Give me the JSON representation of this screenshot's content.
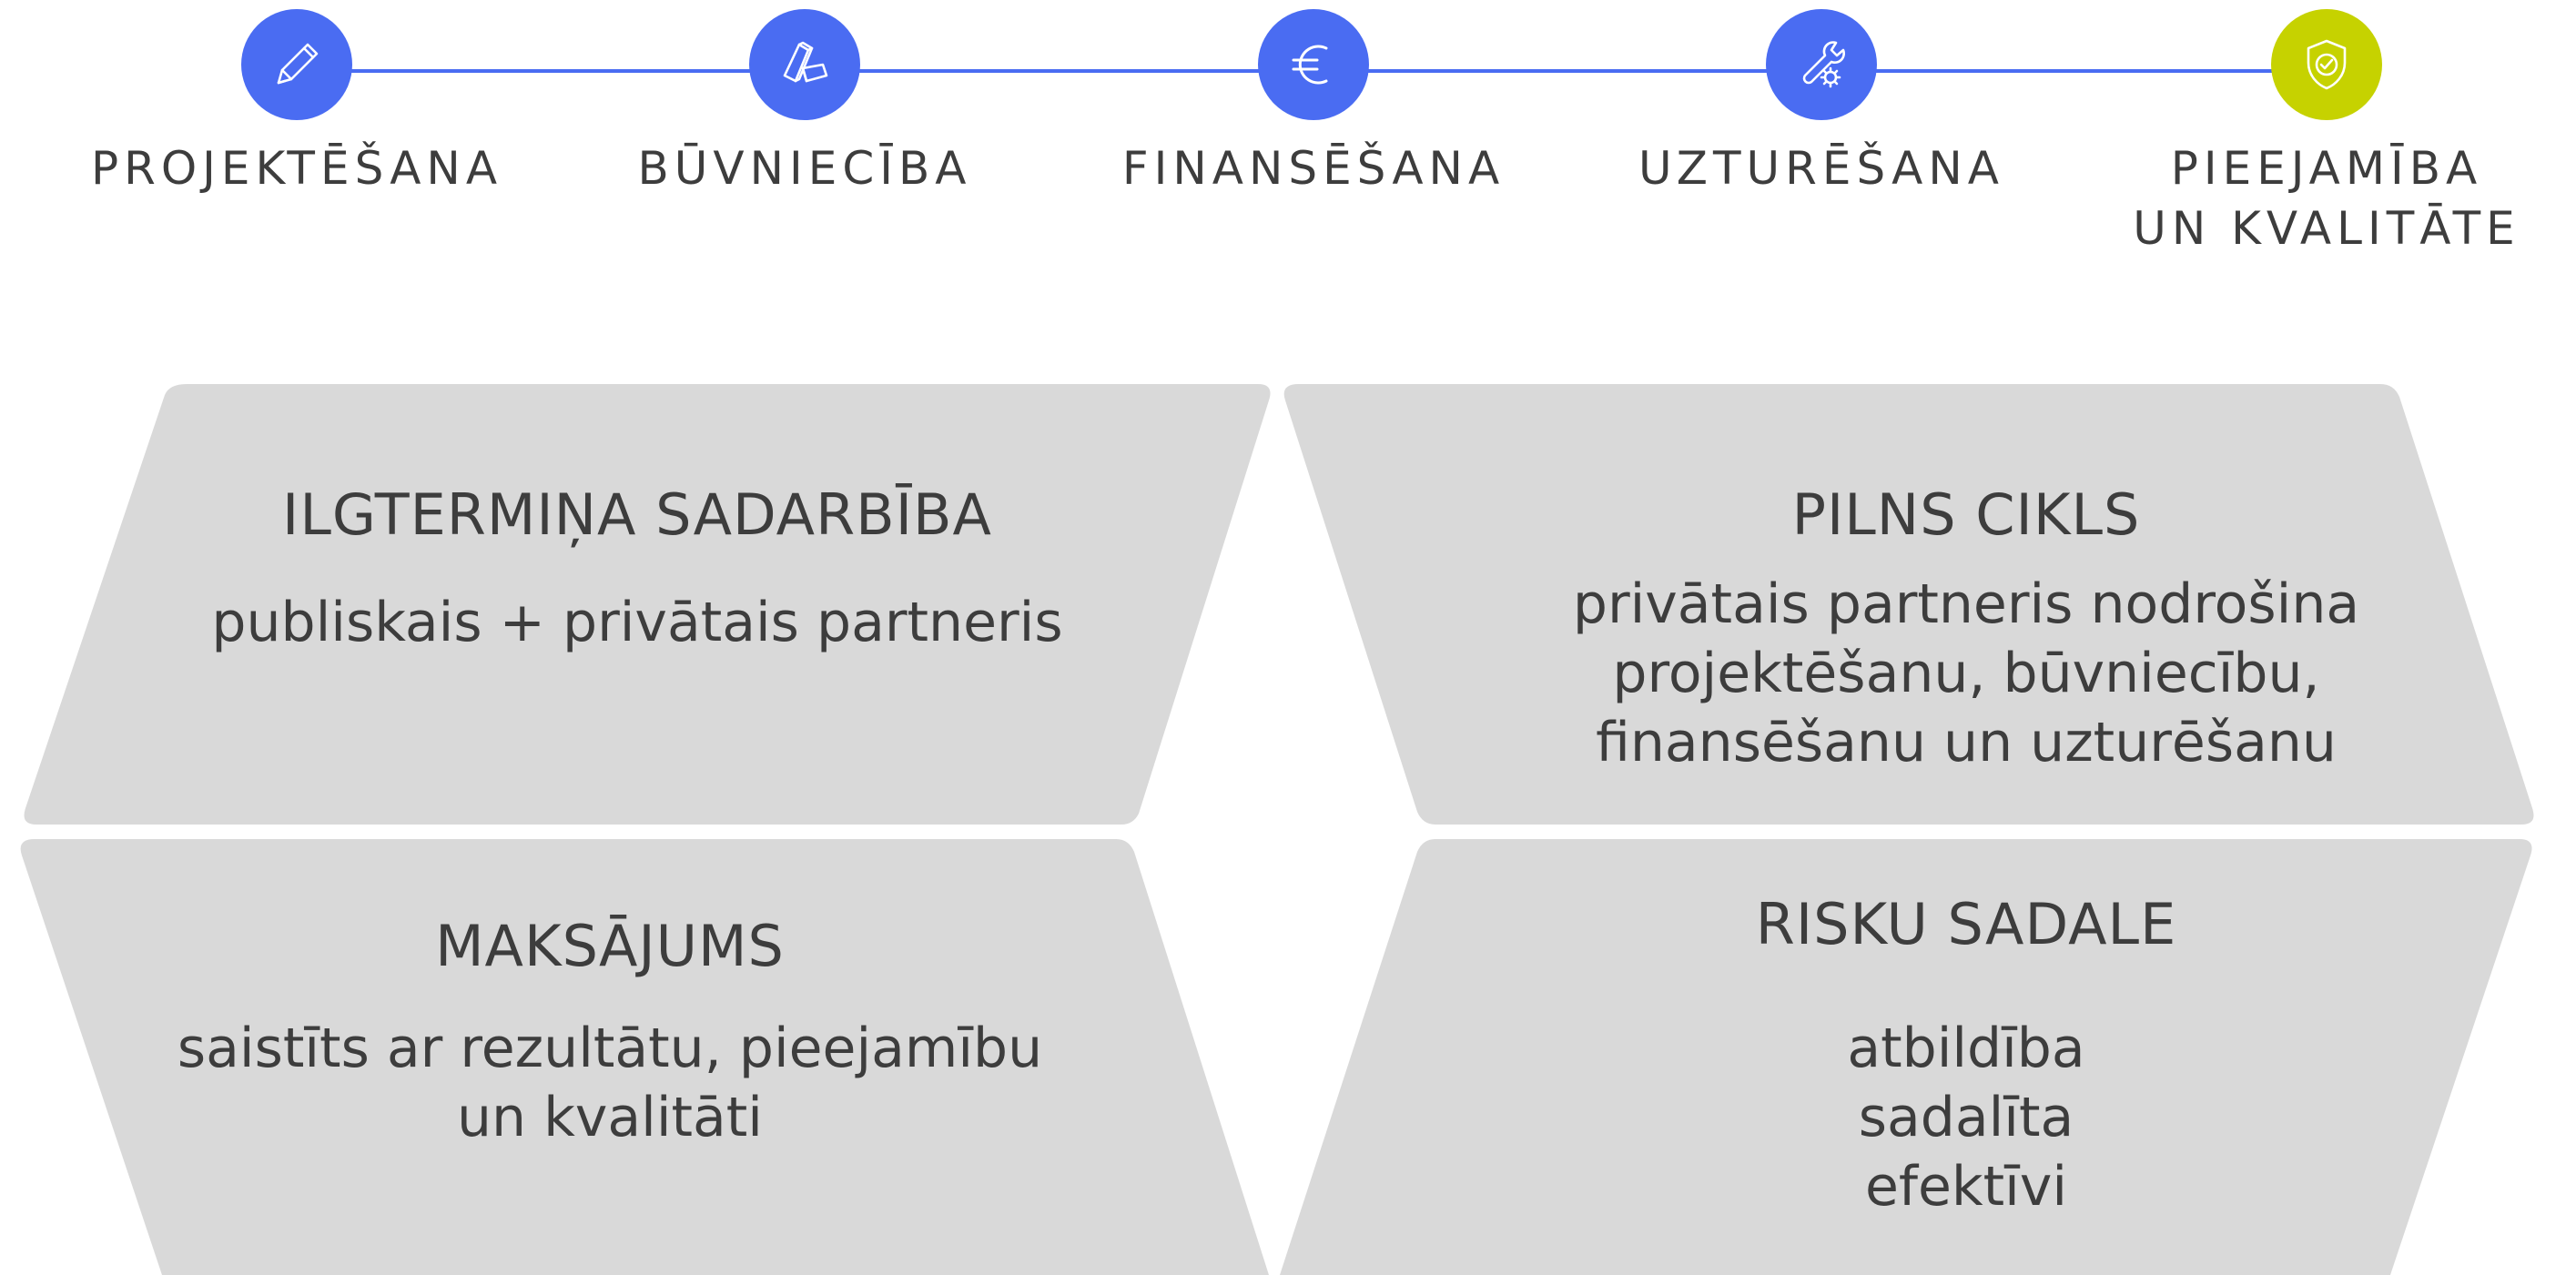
{
  "colors": {
    "step_blue": "#4a6cf2",
    "step_green": "#c6d200",
    "card_fill": "#d9d9d9",
    "text": "#3d3d3d"
  },
  "timeline": {
    "steps": [
      {
        "label": "PROJEKTĒŠANA",
        "label_line2": "",
        "icon": "pencil-icon"
      },
      {
        "label": "BŪVNIECĪBA",
        "label_line2": "",
        "icon": "bricks-icon"
      },
      {
        "label": "FINANSĒŠANA",
        "label_line2": "",
        "icon": "euro-icon"
      },
      {
        "label": "UZTURĒŠANA",
        "label_line2": "",
        "icon": "wrench-gear-icon"
      },
      {
        "label": "PIEEJAMĪBA",
        "label_line2": "UN KVALITĀTE",
        "icon": "shield-check-icon"
      }
    ]
  },
  "cards": {
    "top_left": {
      "title": "ILGTERMIŅA SADARBĪBA",
      "desc": "publiskais + privātais partneris"
    },
    "top_right": {
      "title": "PILNS CIKLS",
      "desc": "privātais partneris nodrošina projektēšanu, būvniecību, finansēšanu un uzturēšanu"
    },
    "bottom_left": {
      "title": "MAKSĀJUMS",
      "desc": "saistīts ar rezultātu, pieejamību un kvalitāti"
    },
    "bottom_right": {
      "title": "RISKU SADALE",
      "desc": "atbildība sadalīta efektīvi"
    }
  }
}
